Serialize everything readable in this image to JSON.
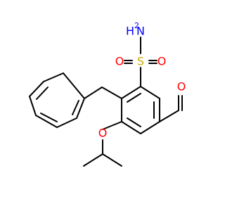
{
  "molecule": {
    "atoms": {
      "nitrogen_main": "N",
      "nitrogen_h": "H",
      "nitrogen_h2": "2",
      "sulfur": "S",
      "sulfonyl_o_left": "O",
      "sulfonyl_o_right": "O",
      "ether_o": "O",
      "aldehyde_o": "O"
    },
    "colors": {
      "bond": "#000000",
      "nitrogen": "#0000ff",
      "oxygen": "#ff0000",
      "sulfur": "#ccaa00"
    }
  }
}
